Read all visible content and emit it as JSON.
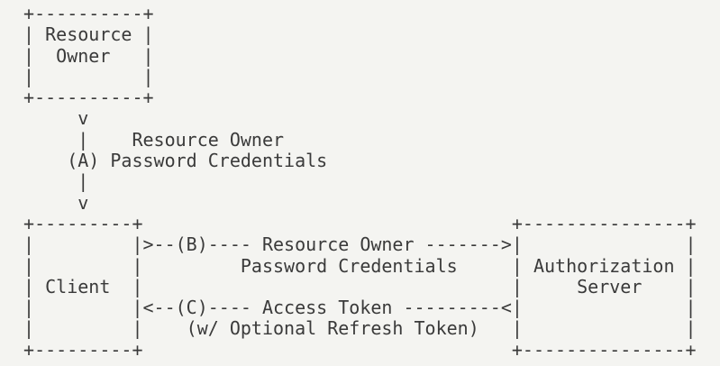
{
  "colors": {
    "background": "#f4f4f1",
    "text": "#3a3a3a"
  },
  "diagram": {
    "type": "ascii-flow-diagram",
    "boxes": [
      {
        "label": "Resource Owner"
      },
      {
        "label": "Client"
      },
      {
        "label": "Authorization Server"
      }
    ],
    "steps": [
      {
        "id": "(A)",
        "label": "Resource Owner Password Credentials"
      },
      {
        "id": "(B)",
        "label": "Resource Owner Password Credentials"
      },
      {
        "id": "(C)",
        "label": "Access Token (w/ Optional Refresh Token)"
      }
    ],
    "ascii": " +----------+\n | Resource |\n |  Owner   |\n |          |\n +----------+\n      v\n      |    Resource Owner\n     (A) Password Credentials\n      |\n      v\n +---------+                                  +---------------+\n |         |>--(B)---- Resource Owner ------->|               |\n |         |         Password Credentials     | Authorization |\n | Client  |                                  |     Server    |\n |         |<--(C)---- Access Token ---------<|               |\n |         |    (w/ Optional Refresh Token)   |               |\n +---------+                                  +---------------+"
  }
}
